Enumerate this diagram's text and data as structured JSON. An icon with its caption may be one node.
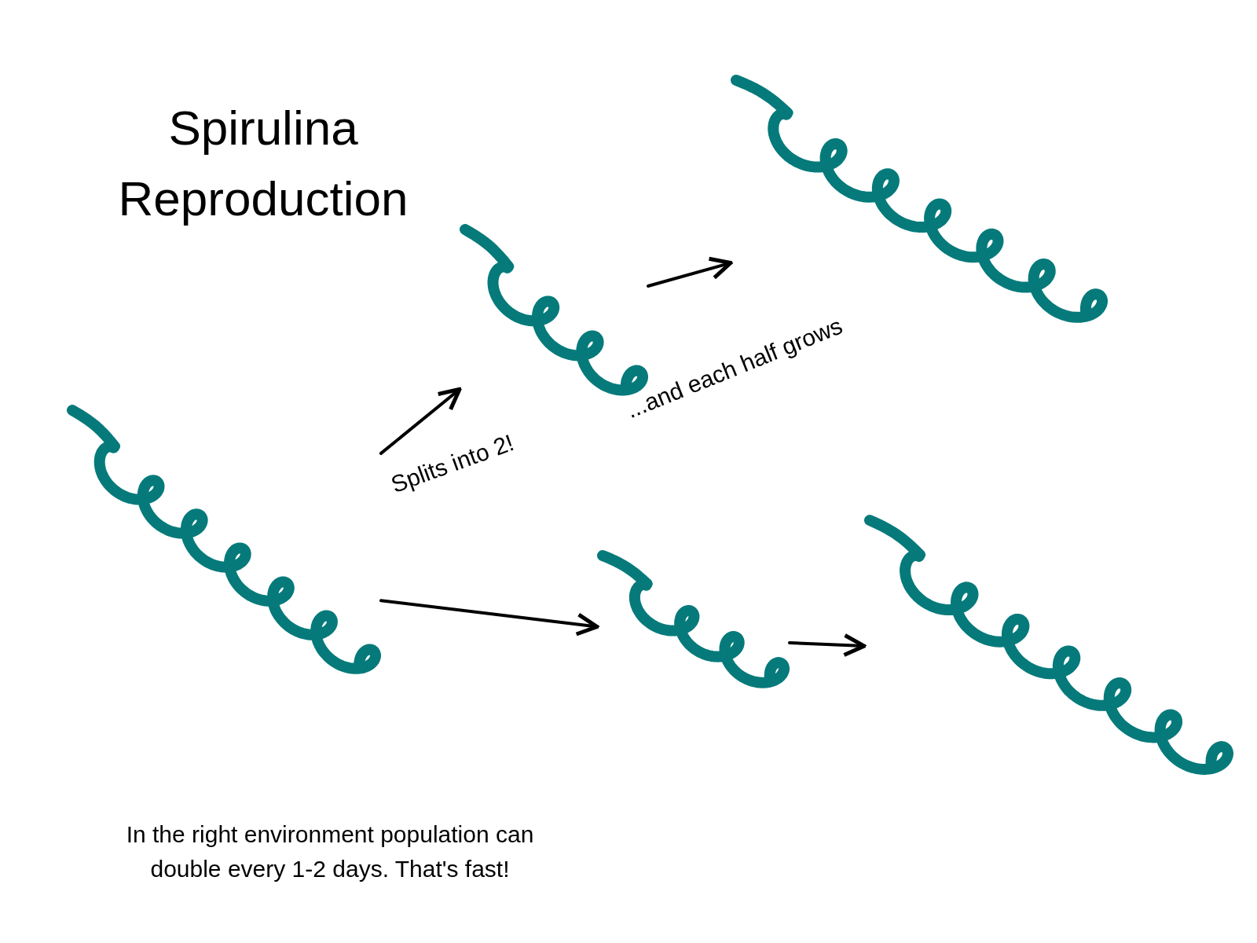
{
  "diagram": {
    "title": "Spirulina Reproduction",
    "caption": "In the right environment population can double every 1-2 days. That's fast!",
    "nodes": [
      {
        "text": [],
        "shape": "picture"
      },
      {
        "text": [],
        "shape": "picture"
      },
      {
        "text": [],
        "shape": "picture"
      },
      {
        "text": [],
        "shape": "picture"
      },
      {
        "text": [],
        "shape": "picture"
      }
    ],
    "edges": [
      {
        "from": 0,
        "to": 1,
        "arrow": "to"
      },
      {
        "from": 0,
        "to": 2,
        "arrow": "to"
      },
      {
        "from": 1,
        "to": 3,
        "arrow": "to"
      },
      {
        "from": 2,
        "to": 4,
        "arrow": "to"
      }
    ],
    "labels": [
      "Splits into 2!",
      "...and each half grows"
    ]
  }
}
